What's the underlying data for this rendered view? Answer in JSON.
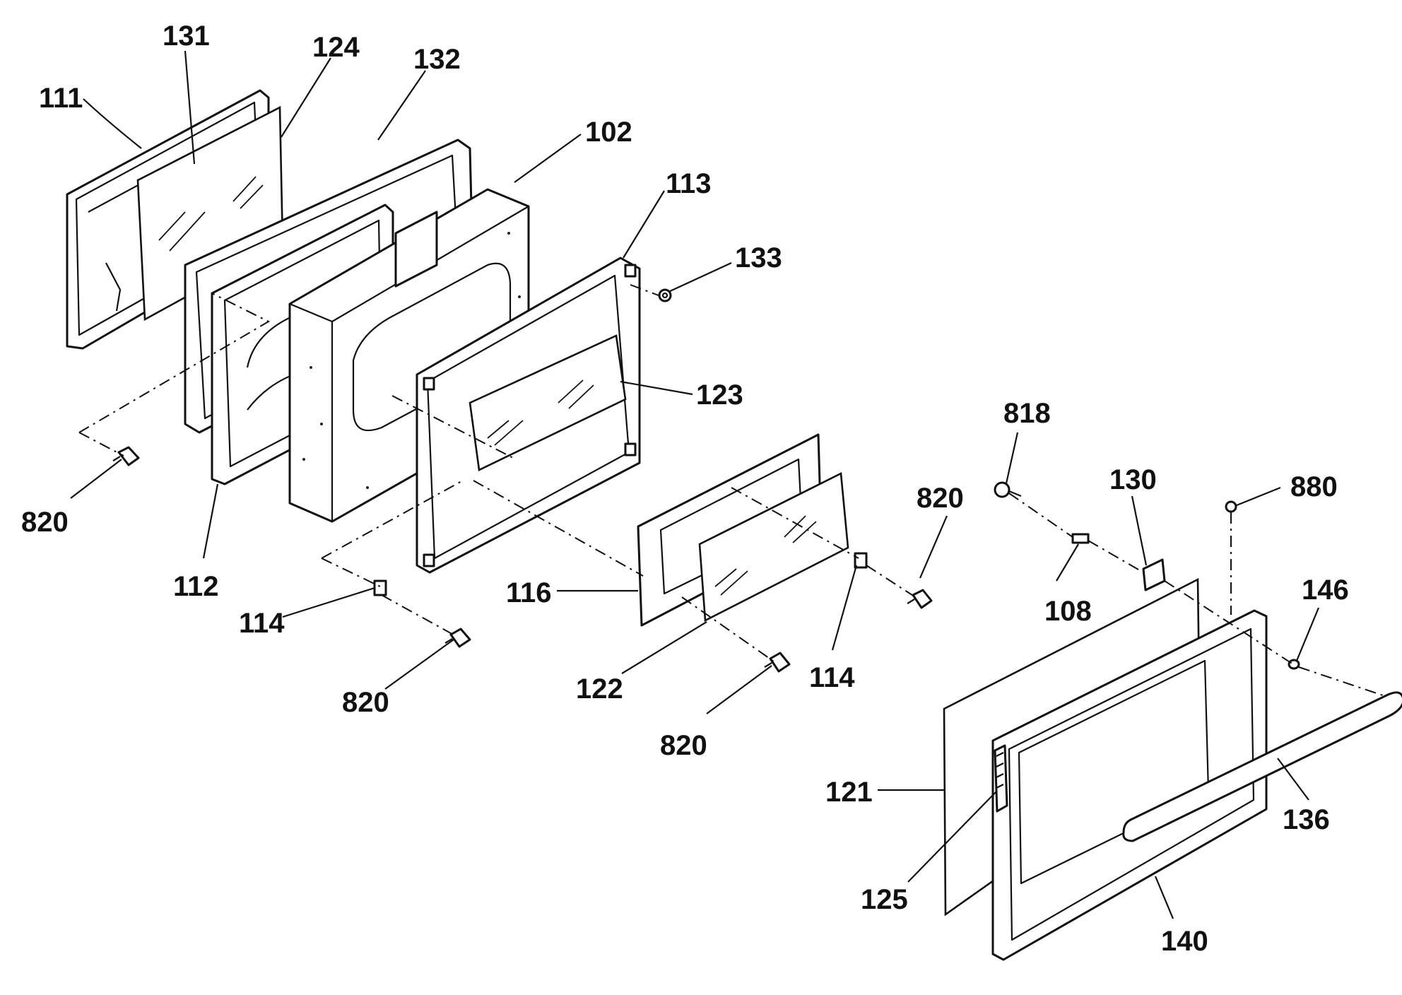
{
  "diagram": {
    "type": "exploded-parts-view",
    "labels": [
      {
        "id": "p111",
        "text": "111"
      },
      {
        "id": "p131",
        "text": "131"
      },
      {
        "id": "p124",
        "text": "124"
      },
      {
        "id": "p132",
        "text": "132"
      },
      {
        "id": "p102",
        "text": "102"
      },
      {
        "id": "p113",
        "text": "113"
      },
      {
        "id": "p133",
        "text": "133"
      },
      {
        "id": "p123",
        "text": "123"
      },
      {
        "id": "p820a",
        "text": "820"
      },
      {
        "id": "p112",
        "text": "112"
      },
      {
        "id": "p114a",
        "text": "114"
      },
      {
        "id": "p820b",
        "text": "820"
      },
      {
        "id": "p116",
        "text": "116"
      },
      {
        "id": "p122",
        "text": "122"
      },
      {
        "id": "p820c",
        "text": "820"
      },
      {
        "id": "p114b",
        "text": "114"
      },
      {
        "id": "p820d",
        "text": "820"
      },
      {
        "id": "p818",
        "text": "818"
      },
      {
        "id": "p130",
        "text": "130"
      },
      {
        "id": "p108",
        "text": "108"
      },
      {
        "id": "p880",
        "text": "880"
      },
      {
        "id": "p146",
        "text": "146"
      },
      {
        "id": "p121",
        "text": "121"
      },
      {
        "id": "p125",
        "text": "125"
      },
      {
        "id": "p136",
        "text": "136"
      },
      {
        "id": "p140",
        "text": "140"
      }
    ]
  }
}
